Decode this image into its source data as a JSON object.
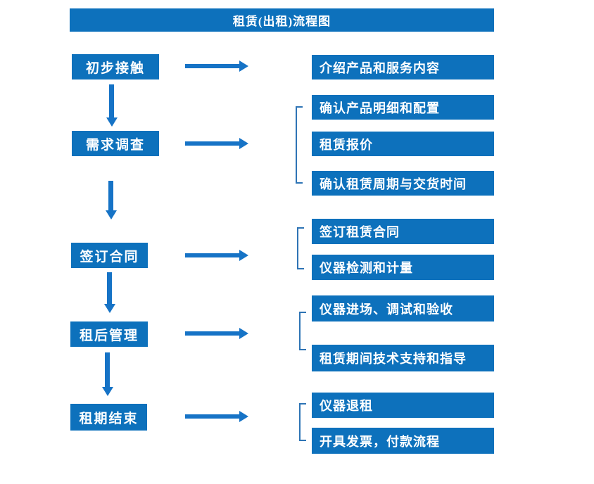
{
  "title": "租赁(出租)流程图",
  "colors": {
    "box_blue": "#0d71bc",
    "arrow_blue": "#1673c6",
    "bracket_blue": "#2e74b5",
    "text_white": "#ffffff",
    "background": "#ffffff"
  },
  "stages": [
    {
      "label": "初步接触",
      "outputs": [
        "介绍产品和服务内容"
      ]
    },
    {
      "label": "需求调查",
      "outputs": [
        "确认产品明细和配置",
        "租赁报价",
        "确认租赁周期与交货时间"
      ]
    },
    {
      "label": "签订合同",
      "outputs": [
        "签订租赁合同",
        "仪器检测和计量"
      ]
    },
    {
      "label": "租后管理",
      "outputs": [
        "仪器进场、调试和验收",
        "租赁期间技术支持和指导"
      ]
    },
    {
      "label": "租期结束",
      "outputs": [
        "仪器退租",
        "开具发票，付款流程"
      ]
    }
  ]
}
